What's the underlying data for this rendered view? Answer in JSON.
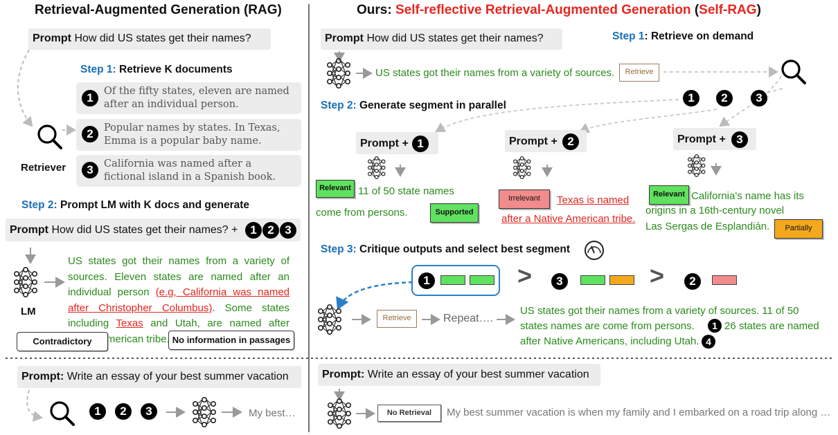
{
  "left": {
    "title": "Retrieval-Augmented Generation (RAG)",
    "prompt_label": "Prompt",
    "prompt_text": "How did US states get their names?",
    "step1_num": "Step 1:",
    "step1_text": "Retrieve K documents",
    "docs": [
      {
        "num": "1",
        "text": "Of the fifty states, eleven are named after an individual person."
      },
      {
        "num": "2",
        "text": "Popular names by states. In Texas, Emma is a popular baby name."
      },
      {
        "num": "3",
        "text": "California was named after a fictional island in a Spanish book."
      }
    ],
    "retriever_label": "Retriever",
    "step2_num": "Step 2:",
    "step2_text": "Prompt LM with K docs and generate",
    "prompt2_label": "Prompt",
    "prompt2_text": "How did US states get their names? +",
    "nums": [
      "1",
      "2",
      "3"
    ],
    "lm_label": "LM",
    "output_green1": "US states got their names from a variety of sources. Eleven states are named after an individual person",
    "output_red1": "(e.g, California was named after Christopher Columbus)",
    "output_green2": ". Some states including",
    "output_red2": "Texas",
    "output_green3": "and Utah, are named after Native American tribe.",
    "callout_contradictory": "Contradictory",
    "callout_noinfo": "No information in passages"
  },
  "right": {
    "title_prefix": "Ours:",
    "title_main": "Self-reflective Retrieval-Augmented Generation",
    "title_paren_open": "(",
    "title_abbr": "Self-RAG",
    "title_paren_close": ")",
    "prompt_label": "Prompt",
    "prompt_text": "How did US states get their names?",
    "step1_num": "Step 1",
    "step1_text": ": Retrieve on demand",
    "first_output": "US states got their names from a variety of sources.",
    "retrieve_tag": "Retrieve",
    "step2_num": "Step 2:",
    "step2_text": "Generate segment in parallel",
    "prompt_plus": [
      "Prompt +",
      "Prompt +",
      "Prompt +"
    ],
    "nums": [
      "1",
      "2",
      "3"
    ],
    "seg1_tag1": "Relevant",
    "seg1_text_a": "11 of 50 state names",
    "seg1_text_b": "come from persons.",
    "seg1_tag2": "Supported",
    "seg2_tag1": "Irrelevant",
    "seg2_text_a": "Texas is named",
    "seg2_text_b": "after a Native American tribe.",
    "seg3_tag1": "Relevant",
    "seg3_text_a": "California's name has its",
    "seg3_text_b": "origins in a 16th-century novel",
    "seg3_text_c": "Las Sergas de Esplandián.",
    "seg3_tag2": "Partially",
    "step3_num": "Step 3:",
    "step3_text": "Critique outputs and select best segment",
    "gt": ">",
    "retrieve_tag2": "Retrieve",
    "repeat_text": "Repeat….",
    "final_a": "US states got their names from a variety of sources. 11 of 50",
    "final_b": "states names are come from persons.",
    "final_c": "26 states are named",
    "final_d": "after Native Americans, including Utah.",
    "final_num1": "1",
    "final_num4": "4"
  },
  "bottom": {
    "left_prompt_label": "Prompt:",
    "left_prompt_text": "Write an essay of your best summer vacation",
    "left_nums": [
      "1",
      "2",
      "3"
    ],
    "left_output": "My best…",
    "right_prompt_label": "Prompt:",
    "right_prompt_text": "Write an essay of your best summer vacation",
    "no_retrieval_tag": "No Retrieval",
    "right_output": "My best summer vacation is when my family and I embarked on a road trip along …"
  },
  "colors": {
    "accent_red": "#e8261f",
    "step_blue": "#1a6fb8",
    "output_green": "#2b8a1c",
    "tag_green": "#5fe25f",
    "tag_pink": "#f28b8b",
    "tag_orange": "#f4a91c"
  },
  "icons": [
    "search-icon",
    "neural-network-icon",
    "gauge-icon",
    "arrow-right-icon"
  ]
}
